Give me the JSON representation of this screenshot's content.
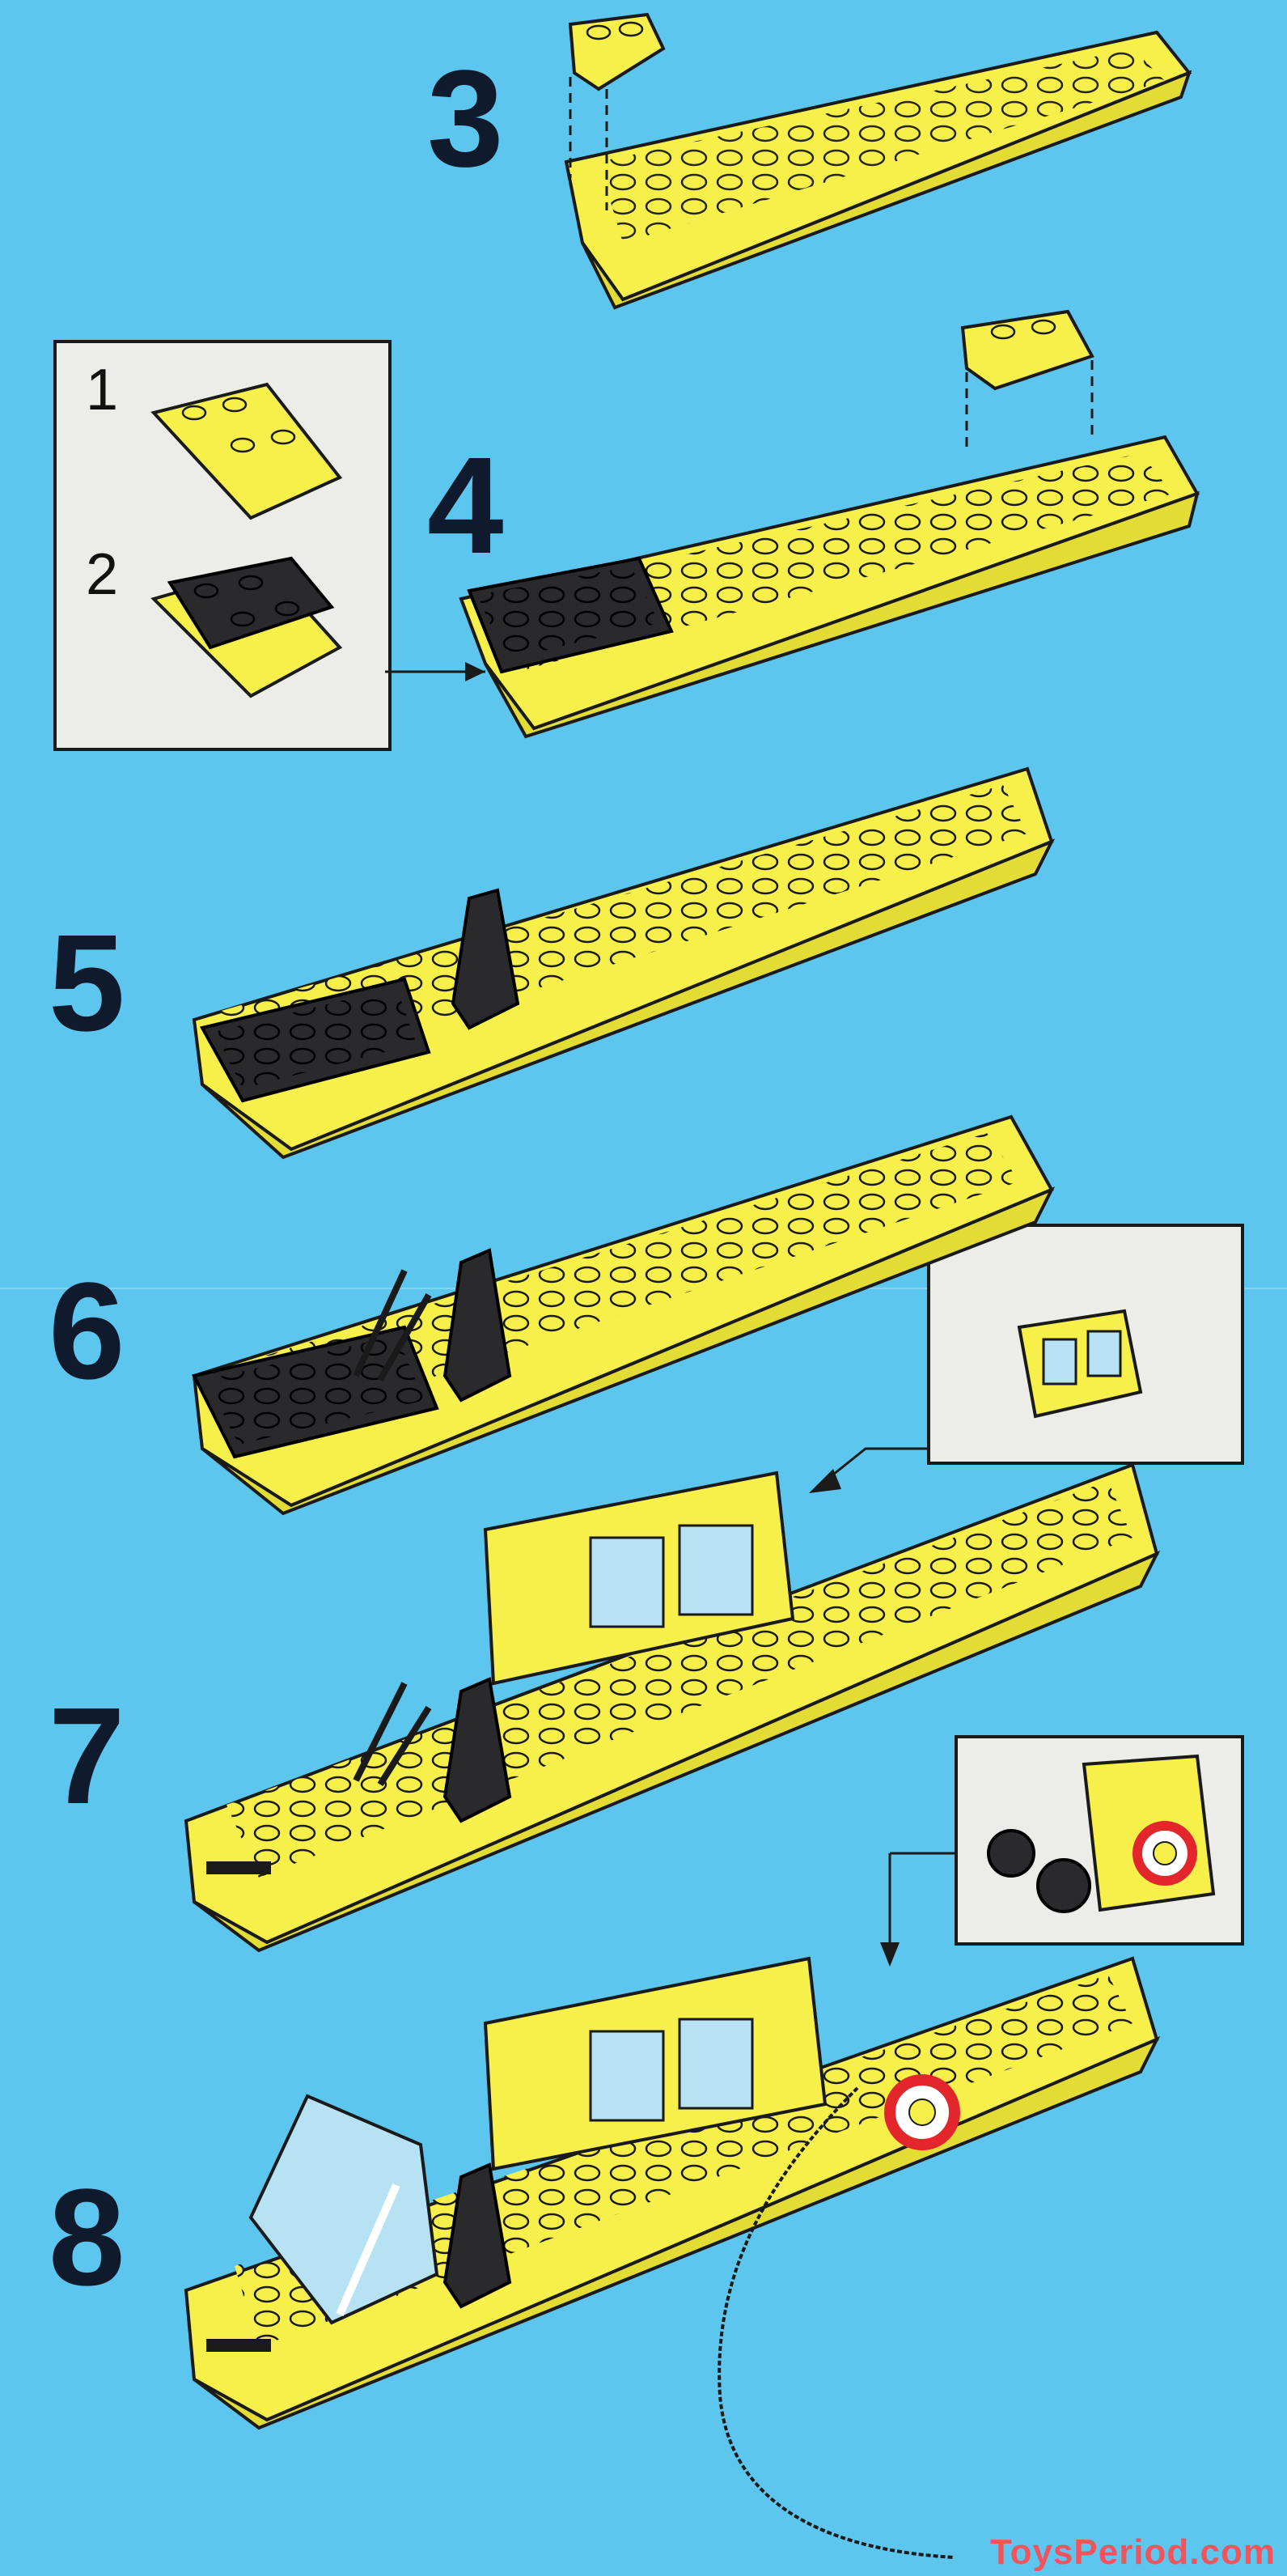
{
  "steps": [
    {
      "number": "3"
    },
    {
      "number": "4"
    },
    {
      "number": "5"
    },
    {
      "number": "6"
    },
    {
      "number": "7"
    },
    {
      "number": "8"
    }
  ],
  "substeps": [
    {
      "number": "1"
    },
    {
      "number": "2"
    }
  ],
  "watermark": "ToysPeriod.com",
  "colors": {
    "background": "#5cc6ef",
    "brick_yellow": "#f7f04a",
    "brick_black": "#1d1d1f",
    "window_blue": "#b7e2f3",
    "inset_bg": "#ecece9",
    "lifebuoy_red": "#e3262c",
    "watermark": "#f2545b"
  }
}
